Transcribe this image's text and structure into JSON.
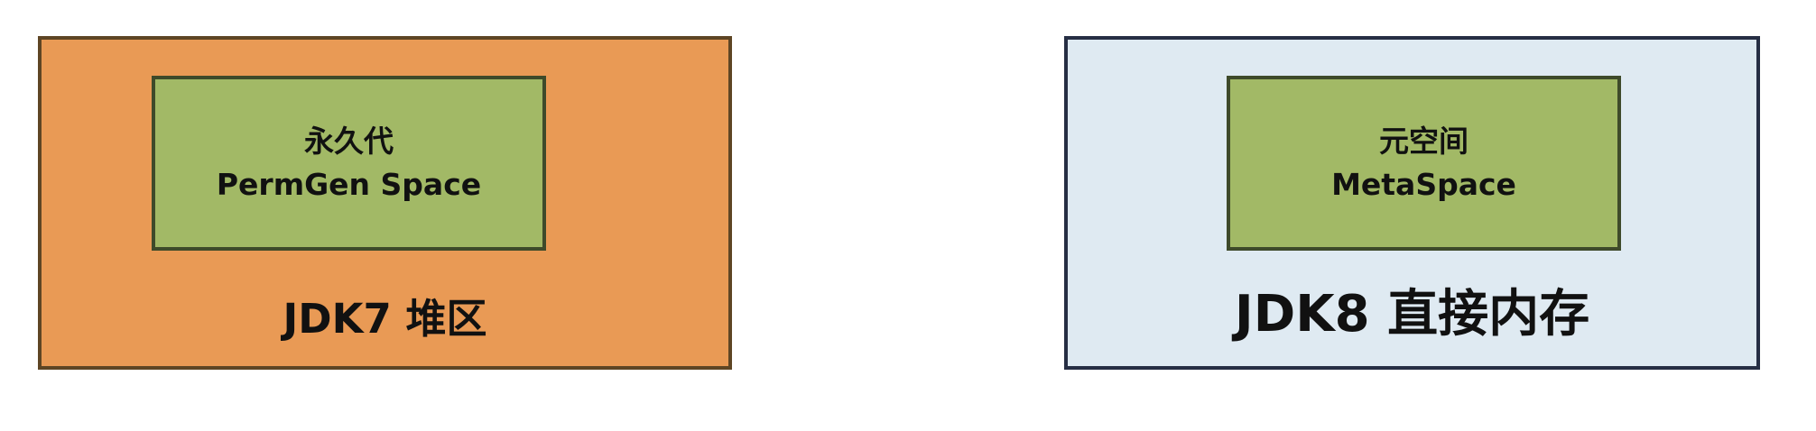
{
  "left": {
    "inner_cn": "永久代",
    "inner_en": "PermGen Space",
    "label": "JDK7 堆区"
  },
  "right": {
    "inner_cn": "元空间",
    "inner_en": "MetaSpace",
    "label": "JDK8 直接内存"
  },
  "colors": {
    "left_fill": "#e99a55",
    "left_border": "#5e4524",
    "right_fill": "#dfeaf2",
    "right_border": "#262e44",
    "inner_fill": "#a2b966",
    "inner_border": "#3e4a2a"
  }
}
